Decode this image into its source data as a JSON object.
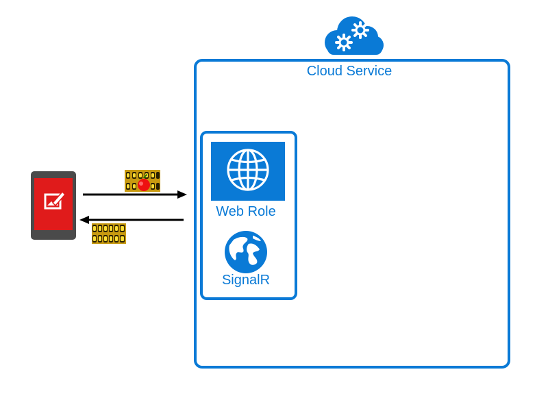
{
  "cloud_service": {
    "label": "Cloud Service",
    "icon": "cloud-gears-icon",
    "color": "#0a7ad6"
  },
  "role_box": {
    "web_role": {
      "label": "Web Role",
      "icon": "globe-grid-icon"
    },
    "signalr": {
      "label": "SignalR",
      "icon": "earth-globe-icon"
    }
  },
  "client": {
    "icon": "mobile-phone-draw-icon",
    "screen_color": "#e01b1b"
  },
  "connections": [
    {
      "direction": "to-service",
      "packet_icon": "image-packet-with-apple-icon"
    },
    {
      "direction": "to-client",
      "packet_icon": "image-packet-icon"
    }
  ]
}
